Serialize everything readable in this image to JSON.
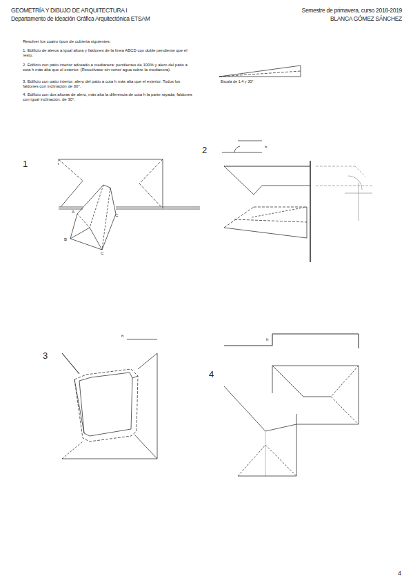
{
  "diagram": {
    "title": "GEOMETRÍA Y DIBUJO DE ARQUITECTURA I",
    "labels": [
      "Departamento de Ideación Gráfica Arquitectónica ETSAM",
      "Semestre de primavera, curso 2018-2019",
      "BLANCA GÓMEZ SÁNCHEZ",
      "Resolver los cuatro tipos de cubierta siguientes:",
      "1. Edificio de aleros a igual altura y faldones de la línea ABCD con doble pendiente que el resto.",
      "2. Edificio con patio interior adosado a medianera: pendientes de 100% y alero del patio a cota h más alta que el exterior. (Resuélvase sin verter agua sobre la medianera).",
      "3. Edificio con patio interior: alero del patio a cota h más alta que el exterior. Todos los faldones con inclinación de 30°.",
      "4. Edificio con dos alturas de alero, más alta la diferencia de cota h la parte rayada; faldones con igual inclinación, de 30°.",
      "Escala de 1:4 y 30°",
      "1",
      "2",
      "3",
      "4",
      "A",
      "B",
      "C",
      "C",
      "h",
      "h",
      "h",
      "4"
    ]
  }
}
